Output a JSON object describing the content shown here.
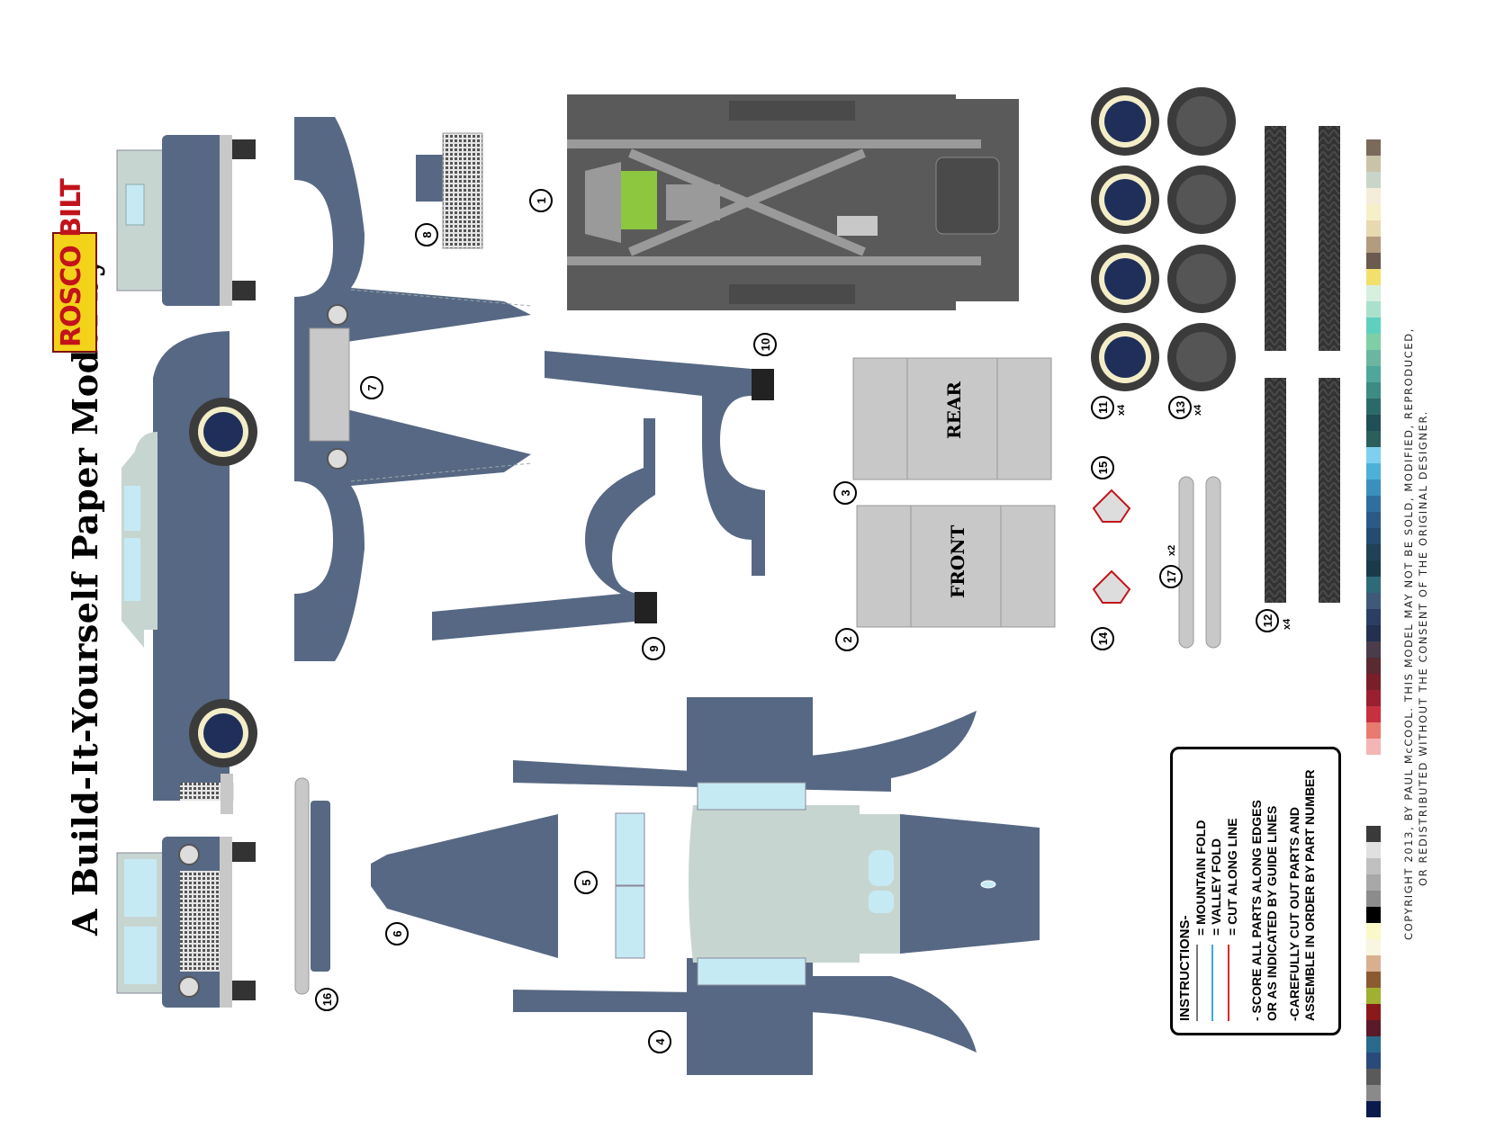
{
  "title": "A Build-It-Yourself Paper Model by",
  "brand": "ROSCO BILT",
  "panels": {
    "rear_label": "REAR",
    "front_label": "FRONT"
  },
  "parts": [
    {
      "n": "1"
    },
    {
      "n": "2"
    },
    {
      "n": "3"
    },
    {
      "n": "4"
    },
    {
      "n": "5"
    },
    {
      "n": "6"
    },
    {
      "n": "7"
    },
    {
      "n": "8"
    },
    {
      "n": "9"
    },
    {
      "n": "10"
    },
    {
      "n": "11"
    },
    {
      "n": "12"
    },
    {
      "n": "13"
    },
    {
      "n": "14"
    },
    {
      "n": "15"
    },
    {
      "n": "16"
    },
    {
      "n": "17"
    }
  ],
  "multipliers": {
    "p11": "x4",
    "p12": "x4",
    "p13": "x4",
    "p17": "x2"
  },
  "instructions": {
    "heading": "INSTRUCTIONS-",
    "mountain": "= MOUNTAIN FOLD",
    "valley": "= VALLEY FOLD",
    "cut": "= CUT ALONG LINE",
    "step1a": "- SCORE ALL PARTS ALONG EDGES",
    "step1b": "OR AS INDICATED BY GUIDE LINES",
    "step2a": "-CAREFULLY CUT OUT PARTS AND",
    "step2b": "ASSEMBLE IN ORDER BY PART NUMBER",
    "line_colors": {
      "mountain": "#777777",
      "valley": "#3fa9e0",
      "cut": "#e0262b"
    }
  },
  "copyright": {
    "line1": "COPYRIGHT 2013, BY PAUL McCOOL.  THIS MODEL MAY NOT BE SOLD, MODIFIED, REPRODUCED,",
    "line2": "OR REDISTRIBUTED WITHOUT THE CONSENT OF THE ORIGINAL DESIGNER."
  },
  "colors": {
    "body": "#566883",
    "glass_light": "#c7d5d1",
    "window": "#c6eaf4",
    "chassis": "#5a5a5a",
    "chassis_light": "#9a9a9a",
    "panel": "#c8c8c8",
    "engine": "#8dc63f",
    "tire": "#3b3b3b"
  },
  "palette_top": [
    "#7a6a5a",
    "#c9c3a8",
    "#c9d5c8",
    "#f3edda",
    "#f6f0c8",
    "#e9d9b0",
    "#b39b7e",
    "#6b5a4d",
    "#f2e06b",
    "#d6efdf",
    "#a9e1cc",
    "#5fd0bd",
    "#7ecfa6",
    "#6bb6a0",
    "#4ea79a",
    "#3d8c83",
    "#2c6a6a",
    "#1f4f57",
    "#2b5f5b",
    "#7fd0ee",
    "#4db0d8",
    "#3b8fbf",
    "#2e6ea0",
    "#2b5a86",
    "#234c6e",
    "#1f4257",
    "#1a3a4a",
    "#2f6a78",
    "#3f5a78",
    "#2a3f63",
    "#23304f",
    "#4a3c4a",
    "#5a2a32",
    "#7a1f2a",
    "#9a2030",
    "#c83040",
    "#e87a70",
    "#f4b5b5"
  ],
  "palette_bottom": [
    "#3a3a3a",
    "#e0e0e0",
    "#c0c0c0",
    "#a8a8a8",
    "#8c8c8c",
    "#000000",
    "#f8f8c8",
    "#f8f5e0",
    "#d8b090",
    "#8a5a30",
    "#a0b030",
    "#8a1a1a",
    "#5a1a2a",
    "#2a6a8a",
    "#2a4a7a",
    "#5a5a5a",
    "#8a8a8a",
    "#0a1a4a"
  ]
}
